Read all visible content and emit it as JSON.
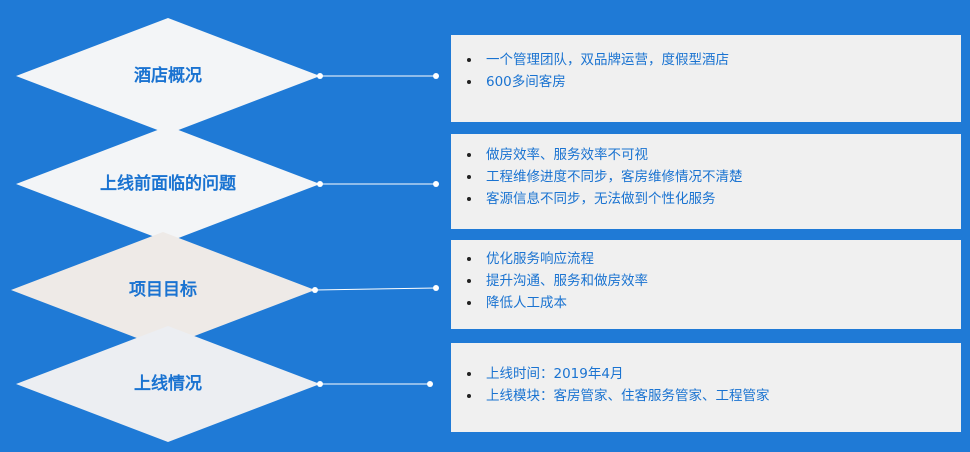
{
  "sections": [
    {
      "label": "酒店概况",
      "items": [
        "一个管理团队，双品牌运营，度假型酒店",
        "600多间客房"
      ]
    },
    {
      "label": "上线前面临的问题",
      "items": [
        "做房效率、服务效率不可视",
        "工程维修进度不同步，客房维修情况不清楚",
        "客源信息不同步，无法做到个性化服务"
      ]
    },
    {
      "label": "项目目标",
      "items": [
        "优化服务响应流程",
        "提升沟通、服务和做房效率",
        "降低人工成本"
      ]
    },
    {
      "label": "上线情况",
      "items": [
        "上线时间：2019年4月",
        "上线模块：客房管家、住客服务管家、工程管家"
      ]
    }
  ],
  "colors": {
    "background": "#1f7ad6",
    "accent_text": "#1a73d1",
    "panel": "#f0f0f0",
    "diamond_fills": [
      "#f3f5f7",
      "#f3f5f7",
      "#eeeae7",
      "#eceef2"
    ]
  }
}
